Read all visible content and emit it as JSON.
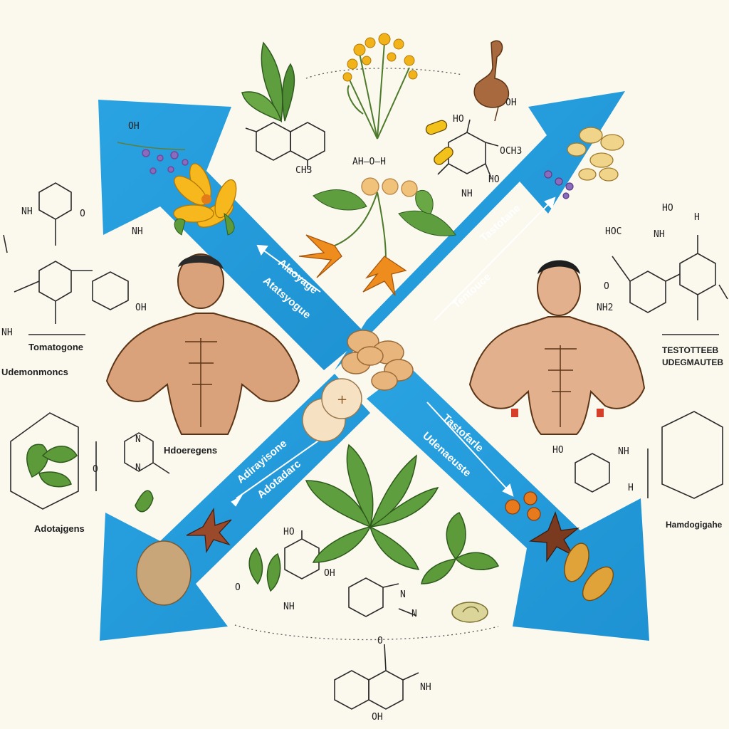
{
  "colors": {
    "background": "#fbf8ee",
    "arrow": "#2aa3e2",
    "arrow_dark": "#1b86c2",
    "leaf": "#5a9a3a",
    "flower_yellow": "#f2b21a",
    "flower_orange": "#ef8c1e",
    "skin": "#d9a27a",
    "root": "#a8693f"
  },
  "labels": {
    "left_1": "Tomatogone",
    "left_2": "Udemonmoncs",
    "left_3": "Adotajgens",
    "center_left": "Hdoeregens",
    "right_1": "TESTOTTEEB",
    "right_2": "UDEGMAUTEB",
    "right_bottom": "Hamdogigahe"
  },
  "arrow_labels": {
    "upper_left_1": "Alaoyage",
    "upper_left_2": "Atatsyogue",
    "upper_right_1": "Tastotane",
    "upper_right_2": "Tentouce",
    "lower_right_1": "Tastofarle",
    "lower_right_2": "Udenaeuste",
    "lower_left_1": "Adirayisone",
    "lower_left_2": "Adotadarc"
  },
  "molecule_labels": {
    "top_left_oh": "OH",
    "top_left_ch3": "CH3",
    "top_center": "AH–O–H",
    "top_right_ho": "HO",
    "top_right_oh": "OH",
    "top_right_och3": "OCH3",
    "top_right_nh": "NH",
    "top_right_ho2": "HO",
    "left_nh": "NH",
    "left_o": "O",
    "left_nh2": "NH",
    "left_oh": "OH",
    "left_nh3": "NH",
    "right_ho": "HO",
    "right_h": "H",
    "right_hoc": "HOC",
    "right_nh": "NH",
    "right_o": "O",
    "right_nh2": "NH2",
    "mid_right_ho": "HO",
    "mid_right_nh": "NH",
    "mid_right_h": "H",
    "mid_left_n": "N",
    "mid_left_n2": "N",
    "bottom_ho": "HO",
    "bottom_oh": "OH",
    "bottom_o": "O",
    "bottom_nh": "NH",
    "bottom_n": "N",
    "bottom_n2": "N",
    "bottom_center_o": "O",
    "bottom_center_nh": "NH",
    "bottom_center_oh": "OH",
    "left_bottom_o": "O"
  }
}
